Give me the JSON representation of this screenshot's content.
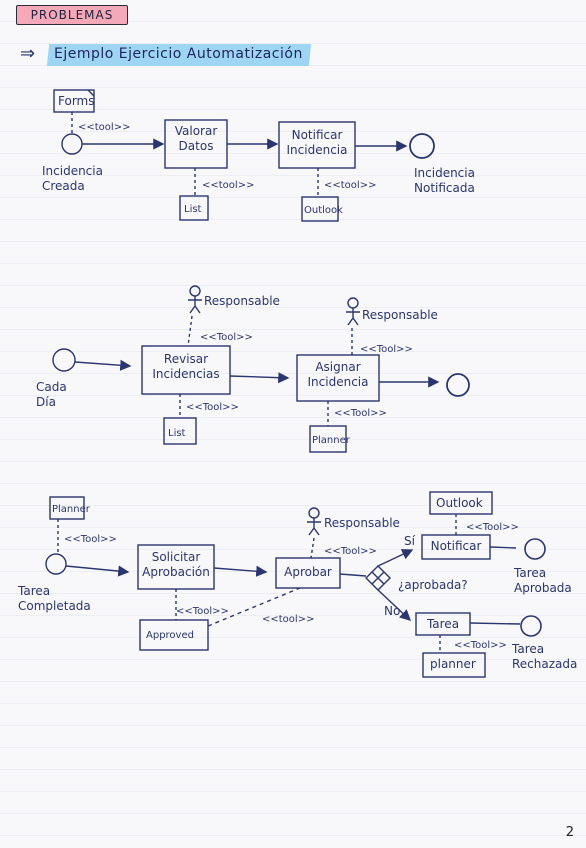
{
  "header": {
    "title": "PROBLEMAS"
  },
  "subtitle": {
    "arrow": "⇒",
    "text": "Ejemplo Ejercicio Automatización"
  },
  "diagram1": {
    "start_event": "Incidencia Creada",
    "task1": "Valorar Datos",
    "task2": "Notificar Incidencia",
    "end_event": "Incidencia Notificada",
    "doc_forms": "Forms",
    "doc_list": "List",
    "doc_outlook": "Outlook",
    "tool_tag": "<<tool>>"
  },
  "diagram2": {
    "start_event": "Cada Día",
    "task1": "Revisar Incidencias",
    "task2": "Asignar Incidencia",
    "actor1": "Responsable",
    "actor2": "Responsable",
    "doc_list": "List",
    "doc_planner": "Planner",
    "tool_tag": "<<Tool>>"
  },
  "diagram3": {
    "start_event": "Tarea Completada",
    "task1": "Solicitar Aprobación",
    "task2": "Aprobar",
    "task3": "Notificar",
    "task4": "Tarea",
    "gateway_question": "¿aprobada?",
    "gateway_yes": "Sí",
    "gateway_no": "No",
    "end_approved": "Tarea Aprobada",
    "end_rejected": "Tarea Rechazada",
    "actor": "Responsable",
    "doc_planner_top": "Planner",
    "doc_approved": "Approved",
    "doc_outlook": "Outlook",
    "doc_planner": "planner",
    "tool_tag": "<<Tool>>",
    "tool_tag_lower": "<<tool>>"
  },
  "page": {
    "number": "2"
  }
}
